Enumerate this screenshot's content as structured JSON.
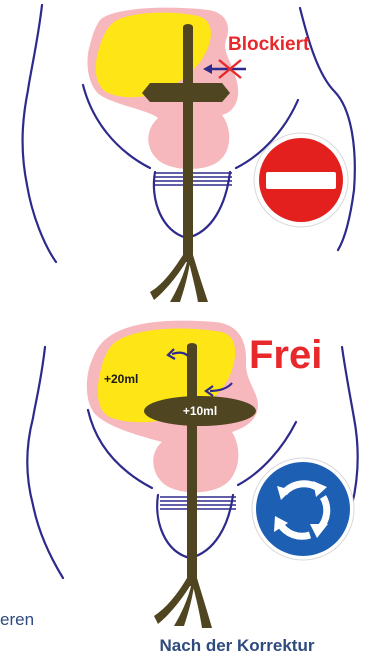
{
  "top_panel": {
    "status_label": "Blockiert",
    "sign": "no-entry-sign-icon"
  },
  "bottom_panel": {
    "status_label": "Frei",
    "volume_upper": "+20ml",
    "volume_balloon": "+10ml",
    "sign": "roundabout-sign-icon"
  },
  "caption": "Nach der Korrektur",
  "left_fragment": "eren",
  "colors": {
    "tissue_pink": "#f6b8bc",
    "fluid_yellow": "#fde516",
    "catheter_brown": "#4f4520",
    "outline_blue": "#2e2a8c",
    "label_red": "#e8282b",
    "sign_blue": "#1d5fb3",
    "caption_blue": "#2e4a7e"
  }
}
